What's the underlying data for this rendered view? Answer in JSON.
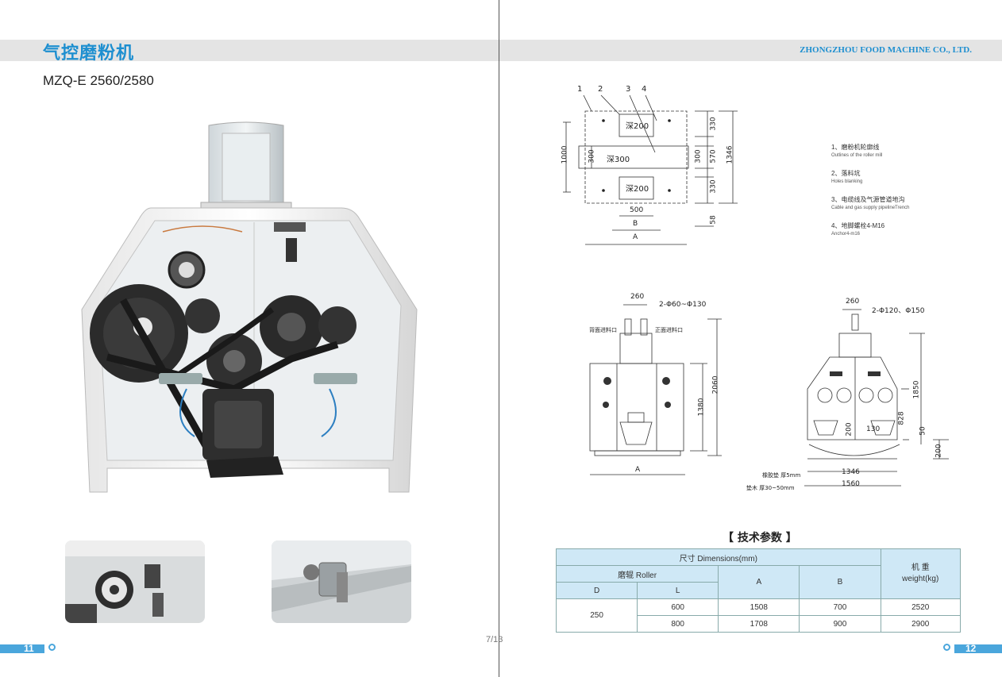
{
  "left_page": {
    "title_cn": "气控磨粉机",
    "model": "MZQ-E 2560/2580",
    "page_number": "11"
  },
  "right_page": {
    "company": "ZHONGZHOU FOOD MACHINE CO., LTD.",
    "page_number": "12"
  },
  "page_counter": "7/13",
  "drawing_top": {
    "callouts": [
      "1",
      "2",
      "3",
      "4"
    ],
    "hole_labels": [
      "深200",
      "深300",
      "深200"
    ],
    "dims_right": [
      "330",
      "300",
      "570",
      "330",
      "1346",
      "58"
    ],
    "dim_left": "1000",
    "dim_left_inner": "300",
    "dim_500": "500",
    "dim_B": "B",
    "dim_A": "A"
  },
  "legend": [
    {
      "cn": "1、磨粉机轮廓线",
      "en": "Outlines of the roller mill"
    },
    {
      "cn": "2、落料坑",
      "en": "Holes blanking"
    },
    {
      "cn": "3、电缆线及气源管道地沟",
      "en": "Cable and gas supply pipelineTrench"
    },
    {
      "cn": "4、地脚螺栓4-M16",
      "en": "Anchor4-m16"
    }
  ],
  "drawing_front": {
    "dim_260": "260",
    "dim_inlet": "2-Φ60~Φ130",
    "label_left_inlet": "背面进料口",
    "label_right_inlet": "正面进料口",
    "dim_2060": "2060",
    "dim_1380": "1380",
    "dim_A": "A"
  },
  "drawing_side": {
    "dim_260": "260",
    "dim_inlet": "2-Φ120、Φ150",
    "dim_1850": "1850",
    "dim_828": "828",
    "dim_50": "50",
    "dim_200_left": "200",
    "dim_130": "130",
    "dim_200_right": "200",
    "dim_1346": "1346",
    "dim_1560": "1560",
    "label_rubber": "橡胶垫 厚5mm",
    "label_wood": "垫木 厚30~50mm"
  },
  "spec_table": {
    "title": "【 技术参数 】",
    "header_dimensions": "尺寸 Dimensions(mm)",
    "header_roller": "磨辊 Roller",
    "header_weight": "机 重\nweight(kg)",
    "header_D": "D",
    "header_L": "L",
    "header_A": "A",
    "header_B": "B",
    "D_value": "250",
    "rows": [
      {
        "L": "600",
        "A": "1508",
        "B": "700",
        "weight": "2520"
      },
      {
        "L": "800",
        "A": "1708",
        "B": "900",
        "weight": "2900"
      }
    ]
  },
  "colors": {
    "accent": "#1e8fd0",
    "band": "#e4e4e4",
    "table_header": "#cfe8f6",
    "page_bar": "#4aa6dc"
  }
}
